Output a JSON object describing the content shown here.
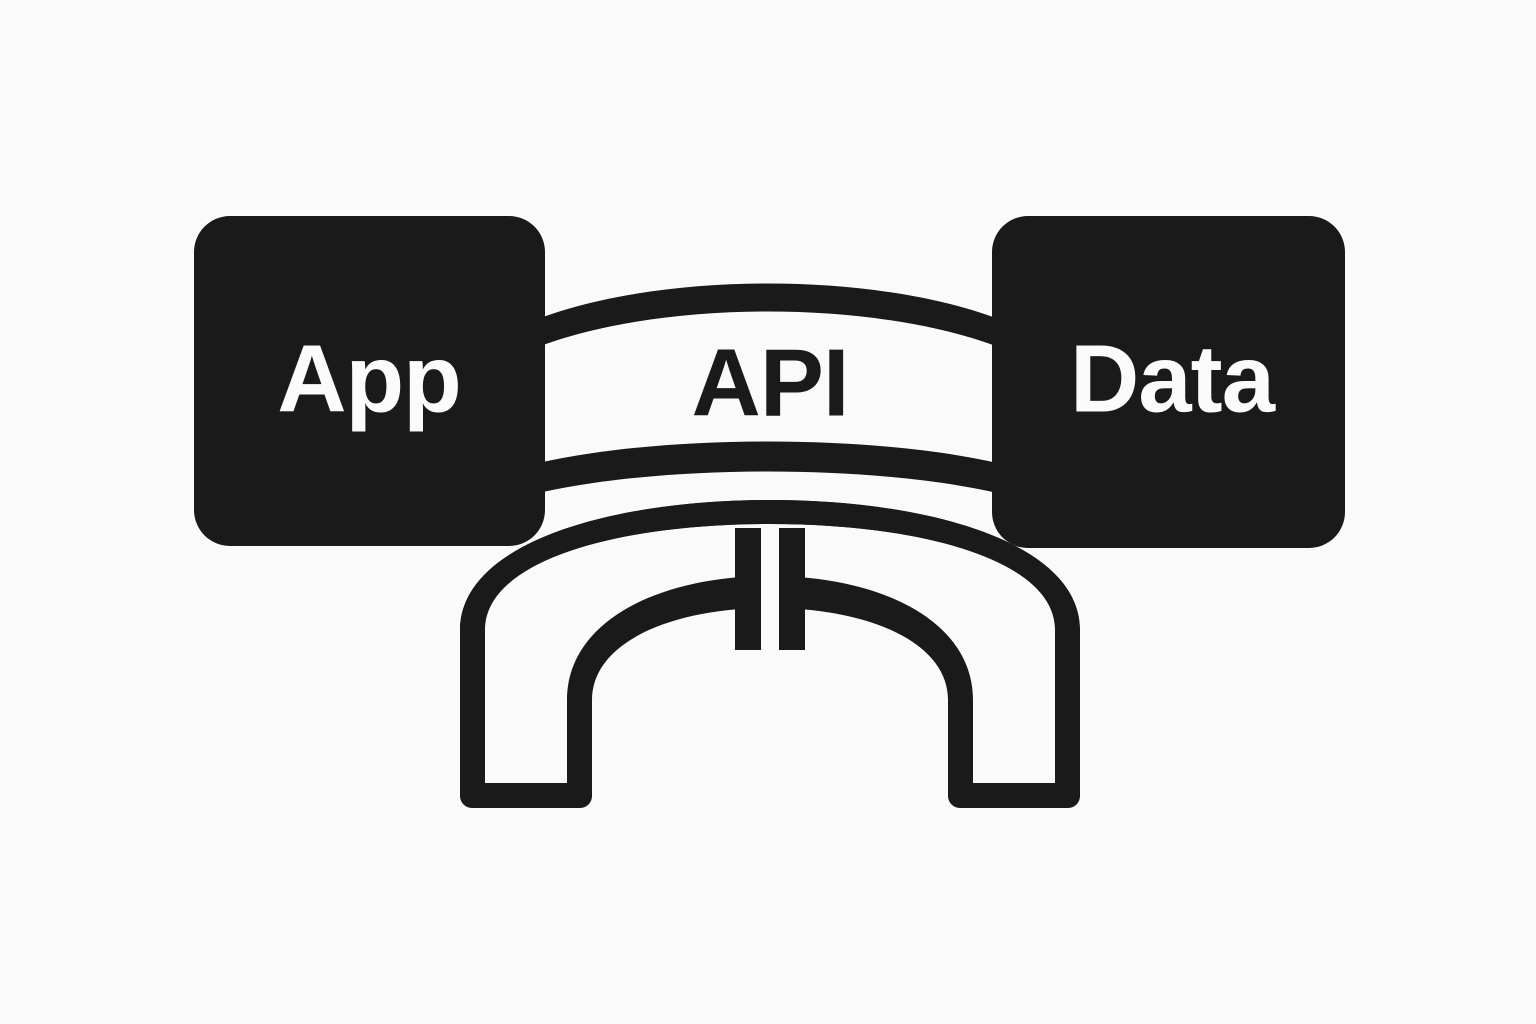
{
  "diagram": {
    "title": "API bridge between App and Data",
    "background_color": "#fafafa",
    "ink_color": "#1a1a1a",
    "label_color_on_dark": "#fbfbfb",
    "nodes": [
      {
        "id": "app",
        "label": "App",
        "style": "filled-rounded-box",
        "text_color": "#fbfbfb"
      },
      {
        "id": "api",
        "label": "API",
        "style": "band-label",
        "text_color": "#1a1a1a"
      },
      {
        "id": "data",
        "label": "Data",
        "style": "filled-rounded-box",
        "text_color": "#fbfbfb"
      }
    ],
    "connector": {
      "name": "api-band",
      "description": "Two arched bands spanning from the App box to the Data box enclosing the API label"
    },
    "structure": {
      "name": "bridge-arch",
      "description": "Outlined arch with central twin piers below the API band"
    }
  }
}
